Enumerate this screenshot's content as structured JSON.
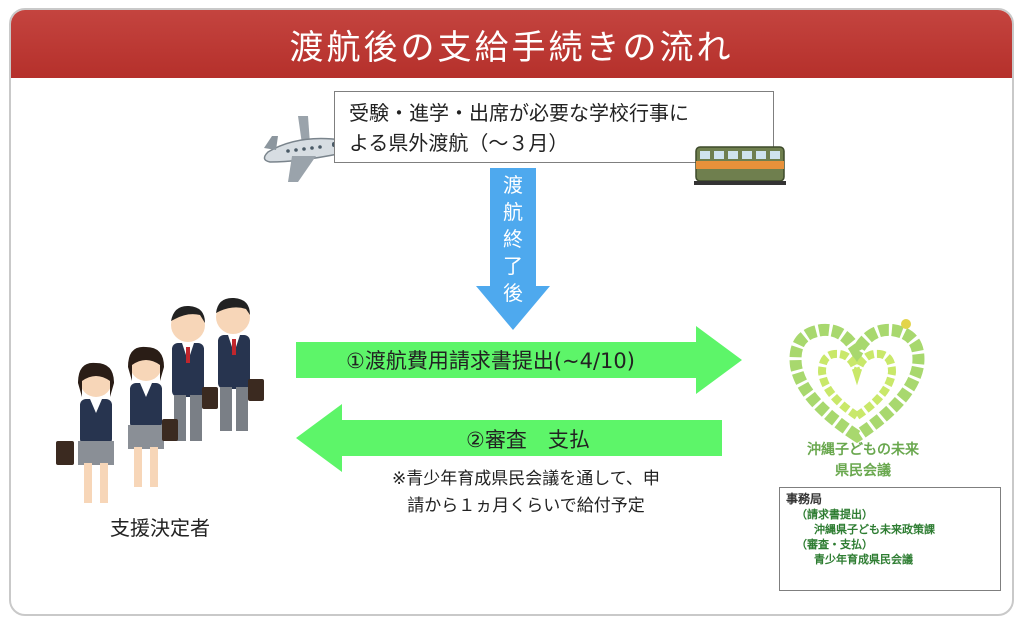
{
  "title": "渡航後の支給手続きの流れ",
  "trip": {
    "line1": "受験・進学・出席が必要な学校行事に",
    "line2": "よる県外渡航（～３月）"
  },
  "after_trip": [
    "渡",
    "航",
    "終",
    "了",
    "後"
  ],
  "step1": "①渡航費用請求書提出(~4/10)",
  "step2": "②審査　支払",
  "note": {
    "line1": "※青少年育成県民会議を通して、申",
    "line2": "請から１ヵ月くらいで給付予定"
  },
  "recipients_label": "支援決定者",
  "org": {
    "name_line1": "沖縄子どもの未来",
    "name_line2": "県民会議",
    "office": "事務局",
    "item1_label": "（請求書提出）",
    "item1_value": "沖縄県子ども未来政策課",
    "item2_label": "（審査・支払）",
    "item2_value": "青少年育成県民会議"
  },
  "colors": {
    "title_bar": "#b5302b",
    "green_arrow": "#5df569",
    "blue_arrow": "#4ea9ee"
  },
  "icons": {
    "plane": "airplane-icon",
    "train": "train-icon",
    "people": "students-walking-illustration",
    "logo": "heart-logo"
  }
}
